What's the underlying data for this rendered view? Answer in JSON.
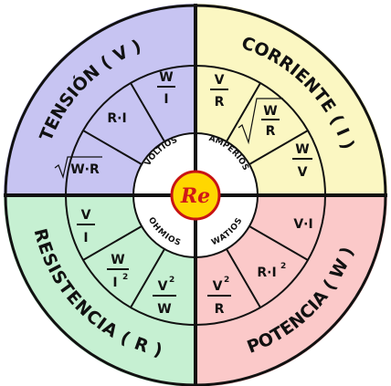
{
  "center": {
    "logo_text": "Re",
    "logo_color": "#d01818",
    "disc_color": "#ffd700"
  },
  "colors": {
    "tension": "#c7c4f2",
    "corriente": "#fbf7c2",
    "resistencia": "#c6f0d2",
    "potencia": "#fbc9c9",
    "divider": "#111111"
  },
  "quadrants": {
    "tension": {
      "title": "TENSIÓN ( V )",
      "unit": "VOLTIOS",
      "formulas": {
        "wi": [
          "W",
          "I"
        ],
        "ri": "R·I",
        "sqrt": "W·R"
      }
    },
    "corriente": {
      "title": "CORRIENTE ( I )",
      "unit": "AMPERIOS",
      "formulas": {
        "vr": [
          "V",
          "R"
        ],
        "sqrt": [
          "W",
          "R"
        ],
        "wv": [
          "W",
          "V"
        ]
      }
    },
    "resistencia": {
      "title": "RESISTENCIA ( R )",
      "unit": "OHMIOS",
      "formulas": {
        "vi": [
          "V",
          "I"
        ],
        "wi2": [
          "W",
          "I",
          "2"
        ],
        "v2w": [
          "V",
          "2",
          "W"
        ]
      }
    },
    "potencia": {
      "title": "POTENCIA ( W )",
      "unit": "WATIOS",
      "formulas": {
        "vi": "V·I",
        "ri2": [
          "R·I",
          "2"
        ],
        "v2r": [
          "V",
          "2",
          "R"
        ]
      }
    }
  }
}
